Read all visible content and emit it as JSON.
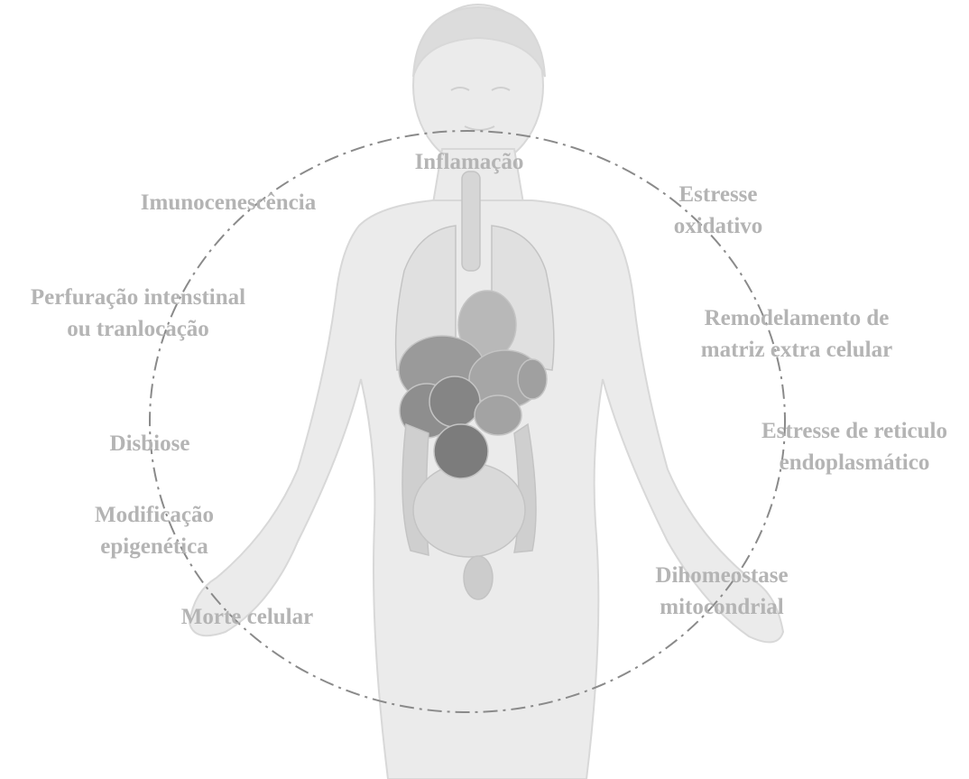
{
  "colors": {
    "label_text": "#b4b4b4",
    "body_fill": "#ebebeb",
    "body_outline": "#d8d8d8",
    "organ_light": "#d6d6d6",
    "organ_dark": "#8e8e8e",
    "dashed_circle": "#8a8a8a"
  },
  "labels": {
    "inflamacao": [
      "Inflamação"
    ],
    "estresse_oxidativo": [
      "Estresse",
      "oxidativo"
    ],
    "remodelamento": [
      "Remodelamento de",
      "matriz extra celular"
    ],
    "estresse_reticulo": [
      "Estresse de reticulo",
      "endoplasmático"
    ],
    "dihomeostase": [
      "Dihomeostase",
      "mitocondrial"
    ],
    "morte_celular": [
      "Morte celular"
    ],
    "modificacao_epigenetica": [
      "Modificação",
      "epigenética"
    ],
    "disbiose": [
      "Disbiose"
    ],
    "perfuracao": [
      "Perfuração intenstinal",
      "ou tranlocação"
    ],
    "imunocenescencia": [
      "Imunocenescência"
    ]
  }
}
